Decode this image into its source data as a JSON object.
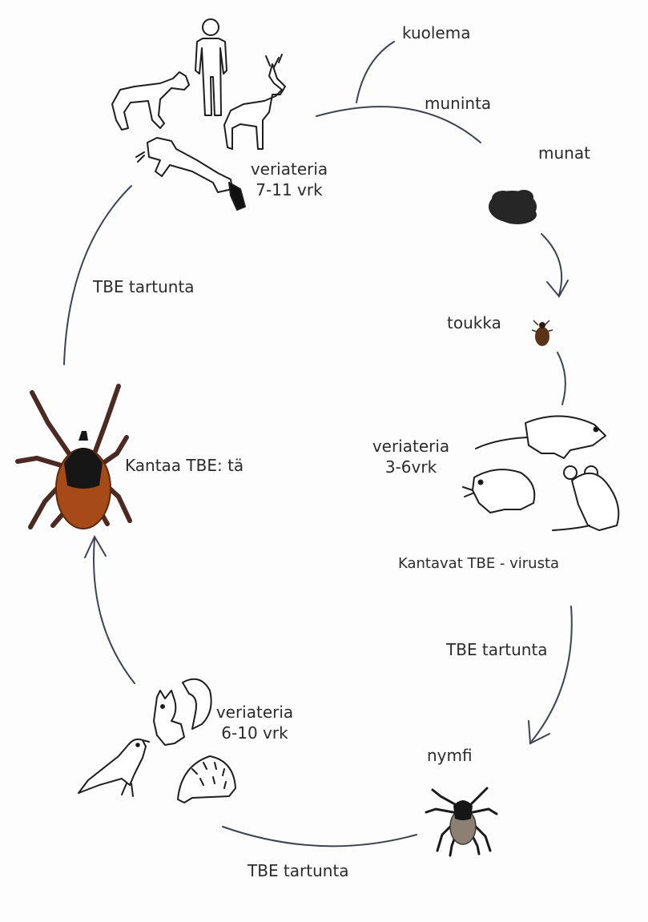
{
  "labels": {
    "kuolema": "kuolema",
    "muninta": "muninta",
    "munat": "munat",
    "toukka": "toukka",
    "veriateria_larva_1": "veriateria",
    "veriateria_larva_2": "3-6vrk",
    "kantavat": "Kantavat TBE - virusta",
    "tbe_tartunta_right": "TBE tartunta",
    "nymfi": "nymfi",
    "tbe_tartunta_bottom": "TBE tartunta",
    "veriateria_nymph_1": "veriateria",
    "veriateria_nymph_2": "6-10 vrk",
    "kantaa": "Kantaa TBE: tä",
    "tbe_tartunta_left": "TBE tartunta",
    "veriateria_adult_1": "veriateria",
    "veriateria_adult_2": "7-11 vrk"
  },
  "icons": [
    "human-icon",
    "fox-icon",
    "deer-icon",
    "stoat-icon",
    "egg-cluster-icon",
    "larva-tick-icon",
    "rat-icon",
    "vole-icon",
    "mouse-icon",
    "nymph-tick-icon",
    "squirrel-icon",
    "bird-icon",
    "hedgehog-icon",
    "adult-tick-icon"
  ],
  "colors": {
    "line": "#3d4350",
    "tick_body": "#a64a17",
    "tick_scutum": "#161616",
    "tick_legs": "#4a2a22",
    "larva": "#5a3418",
    "nymph_body": "#8c8074",
    "eggs": "#262626"
  }
}
